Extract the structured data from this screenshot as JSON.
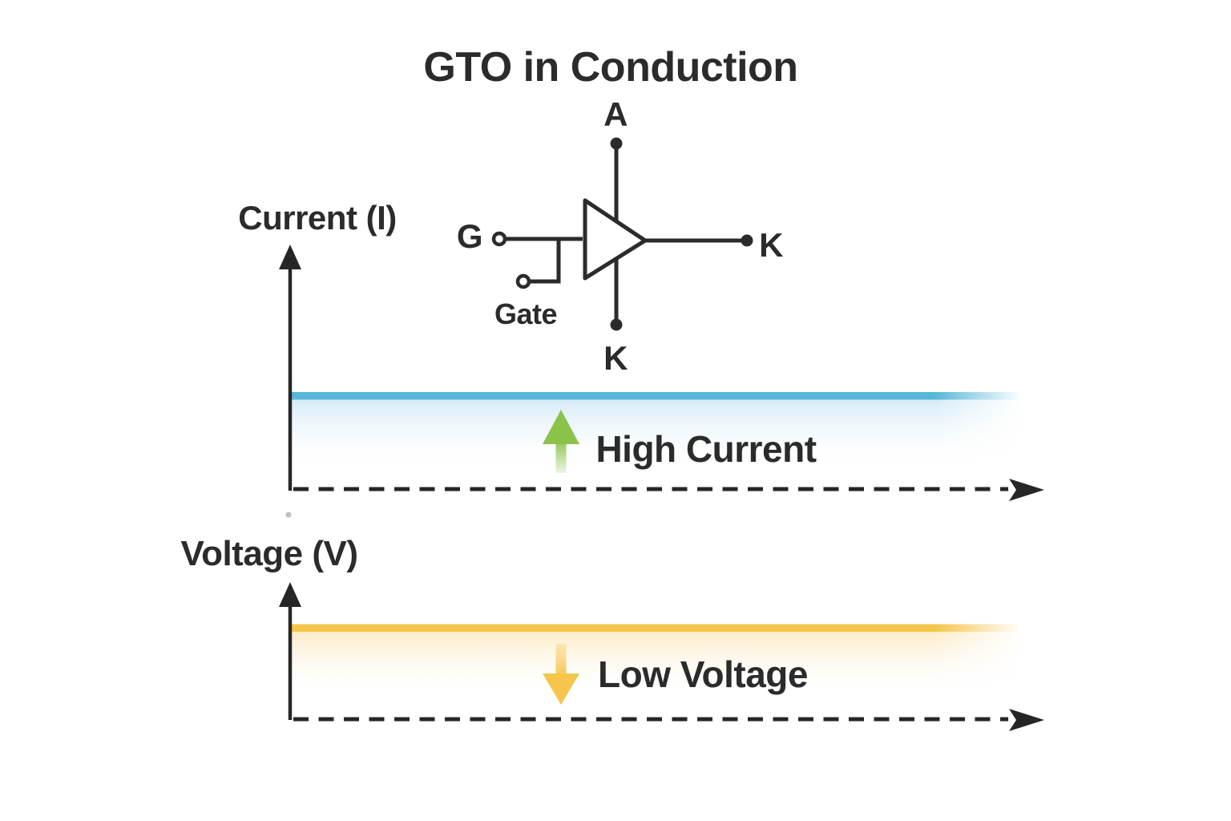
{
  "title": "GTO in Conduction",
  "symbol": {
    "anode": "A",
    "gate_short": "G",
    "gate_word": "Gate",
    "cathode_bottom": "K",
    "cathode_right": "K"
  },
  "current_graph": {
    "y_axis_label": "Current (I)",
    "annotation": "High Current"
  },
  "voltage_graph": {
    "y_axis_label": "Voltage (V)",
    "annotation": "Low Voltage"
  },
  "colors": {
    "ink": "#2b2b2b",
    "axis": "#262626",
    "current_line": "#58b7d8",
    "voltage_line": "#f6c64b",
    "up_arrow": "#8bc34a",
    "down_arrow": "#f6c54b"
  }
}
